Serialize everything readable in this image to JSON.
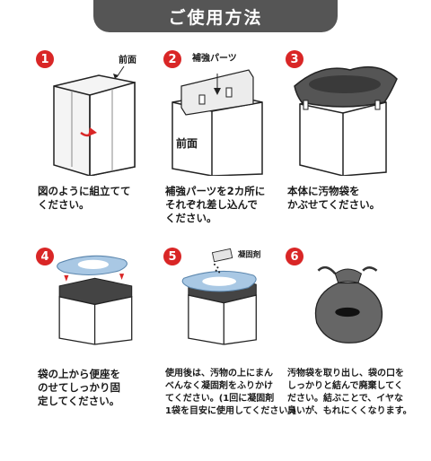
{
  "header": {
    "title": "ご使用方法"
  },
  "steps": [
    {
      "num": "1",
      "caption": "図のように組立てて\nください。",
      "label": "前面"
    },
    {
      "num": "2",
      "caption": "補強パーツを2カ所に\nそれぞれ差し込んで\nください。",
      "label_top": "補強パーツ",
      "label_front": "前面"
    },
    {
      "num": "3",
      "caption": "本体に汚物袋を\nかぶせてください。"
    },
    {
      "num": "4",
      "caption": "袋の上から便座を\nのせてしっかり固\n定してください。"
    },
    {
      "num": "5",
      "caption": "使用後は、汚物の上にまん\nべんなく凝固剤をふりかけ\nてください。(1回に凝固剤\n1袋を目安に使用してください。)",
      "label": "凝固剤"
    },
    {
      "num": "6",
      "caption": "汚物袋を取り出し、袋の口を\nしっかりと結んで廃棄してく\nださい。結ぶことで、イヤな\n臭いが、もれにくくなります。"
    }
  ],
  "colors": {
    "accent": "#d92626",
    "header_bg": "#555555",
    "seat": "#a9c8e4",
    "bag": "#666666"
  }
}
